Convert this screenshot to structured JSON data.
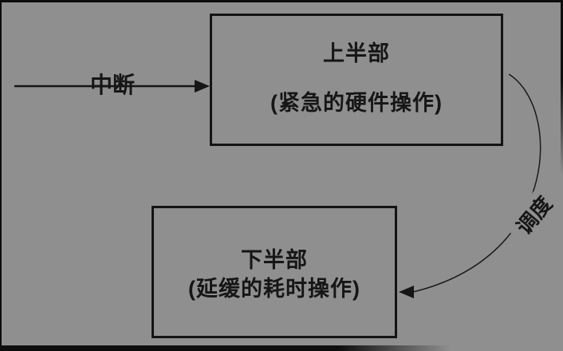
{
  "diagram": {
    "title_hint": "interrupt top-half / bottom-half flow diagram",
    "colors": {
      "background": "#8f8f8f",
      "line": "#161616",
      "frame": "#0d0d0d"
    },
    "interrupt_arrow": {
      "label": "中断"
    },
    "top_box": {
      "title": "上半部",
      "subtitle": "(紧急的硬件操作)"
    },
    "bottom_box": {
      "title": "下半部",
      "subtitle": "(延缓的耗时操作)"
    },
    "schedule_arrow": {
      "label": "调度"
    }
  }
}
